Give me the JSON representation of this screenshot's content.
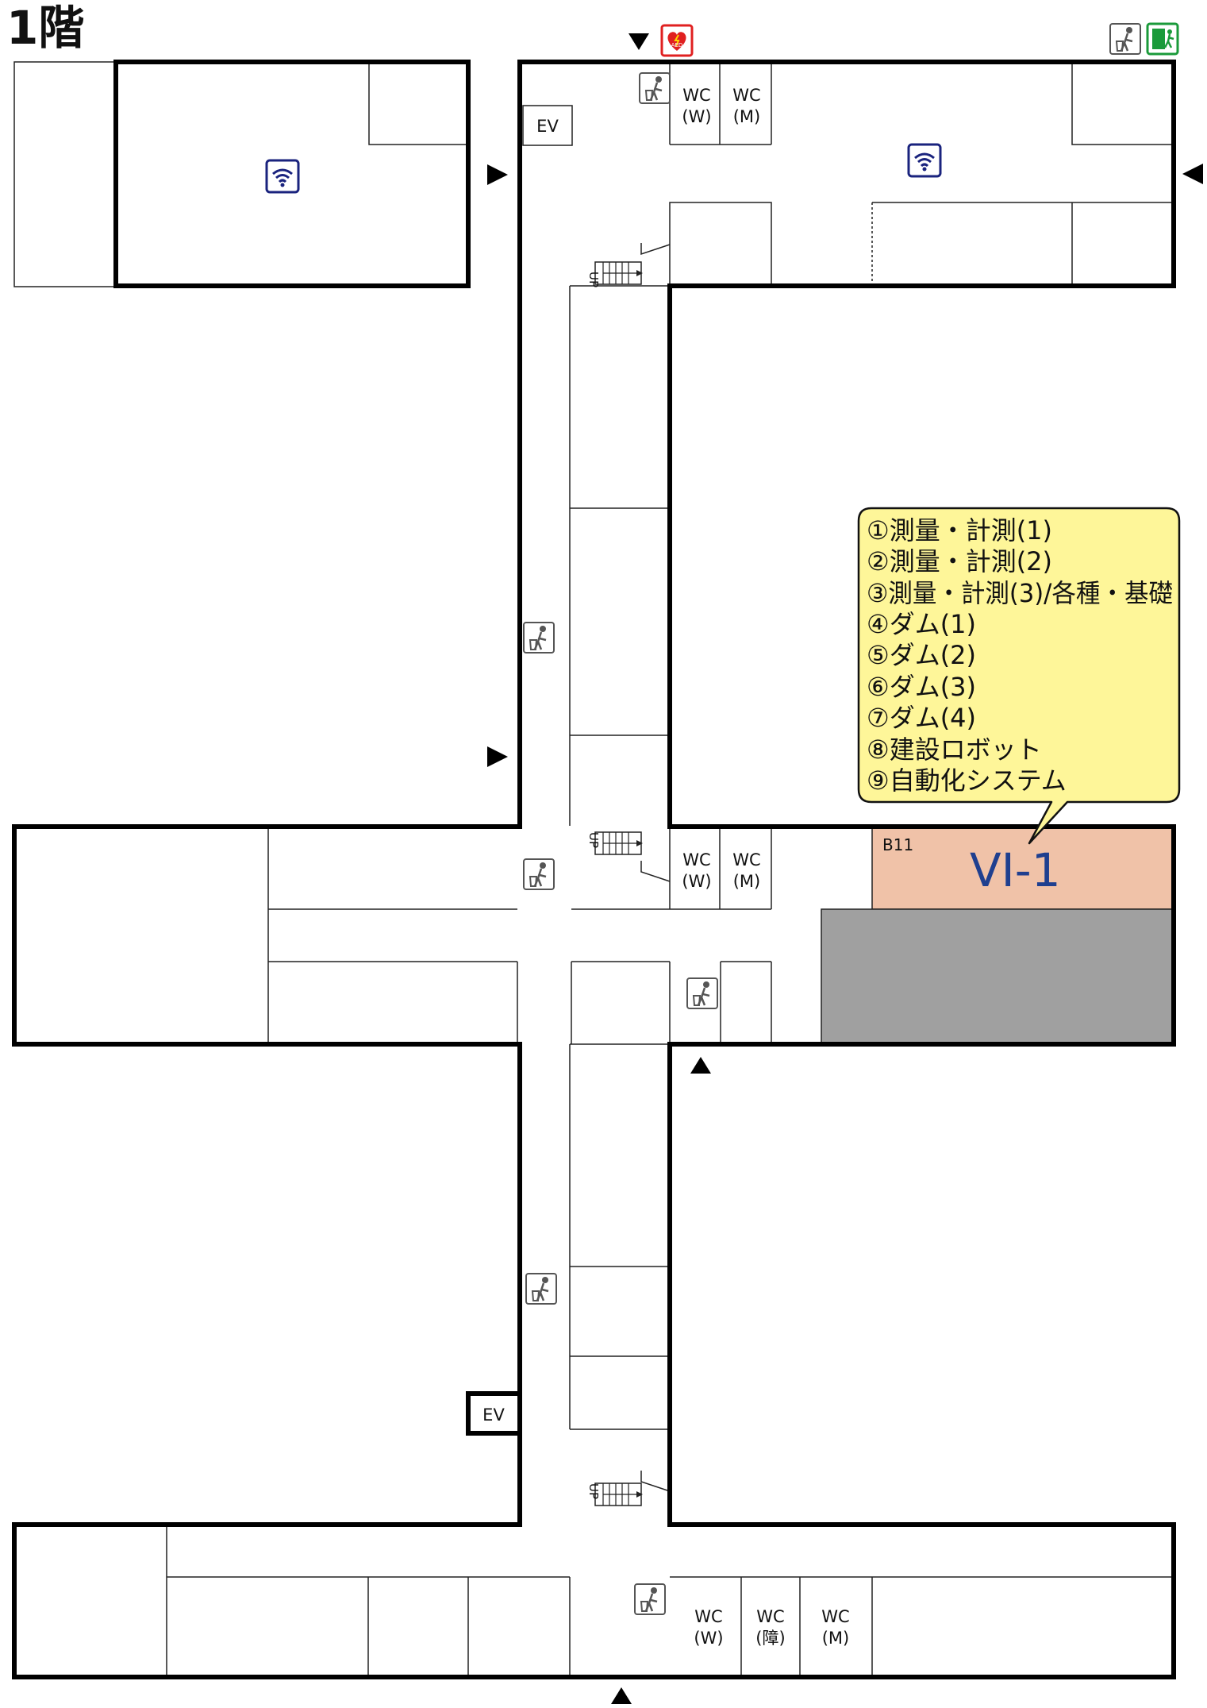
{
  "floor_title": "1階",
  "labels": {
    "ev": "EV",
    "wc": "WC",
    "wc_w": "(W)",
    "wc_m": "(M)",
    "wc_accessible": "(障)",
    "up": "UP",
    "aed": "AED",
    "room_number": "B11",
    "venue_code": "VI-1"
  },
  "callout": {
    "items": [
      "①測量・計測(1)",
      "②測量・計測(2)",
      "③測量・計測(3)/各種・基礎",
      "④ダム(1)",
      "⑤ダム(2)",
      "⑥ダム(3)",
      "⑦ダム(4)",
      "⑧建設ロボット",
      "⑨自動化システム"
    ]
  },
  "colors": {
    "wall": "#000000",
    "highlight_room": "#f0c2a8",
    "gray_block": "#a0a0a0",
    "callout_bg": "#fef699",
    "wifi": "#1a237e",
    "aed": "#e02020",
    "exit_green": "#1a9a3a",
    "vi_text": "#1f3f8f"
  },
  "icons": {
    "wifi": "wifi-icon",
    "trash": "trash-icon",
    "aed": "aed-icon",
    "exit": "emergency-exit-icon",
    "entrance": "entrance-arrow-icon"
  }
}
